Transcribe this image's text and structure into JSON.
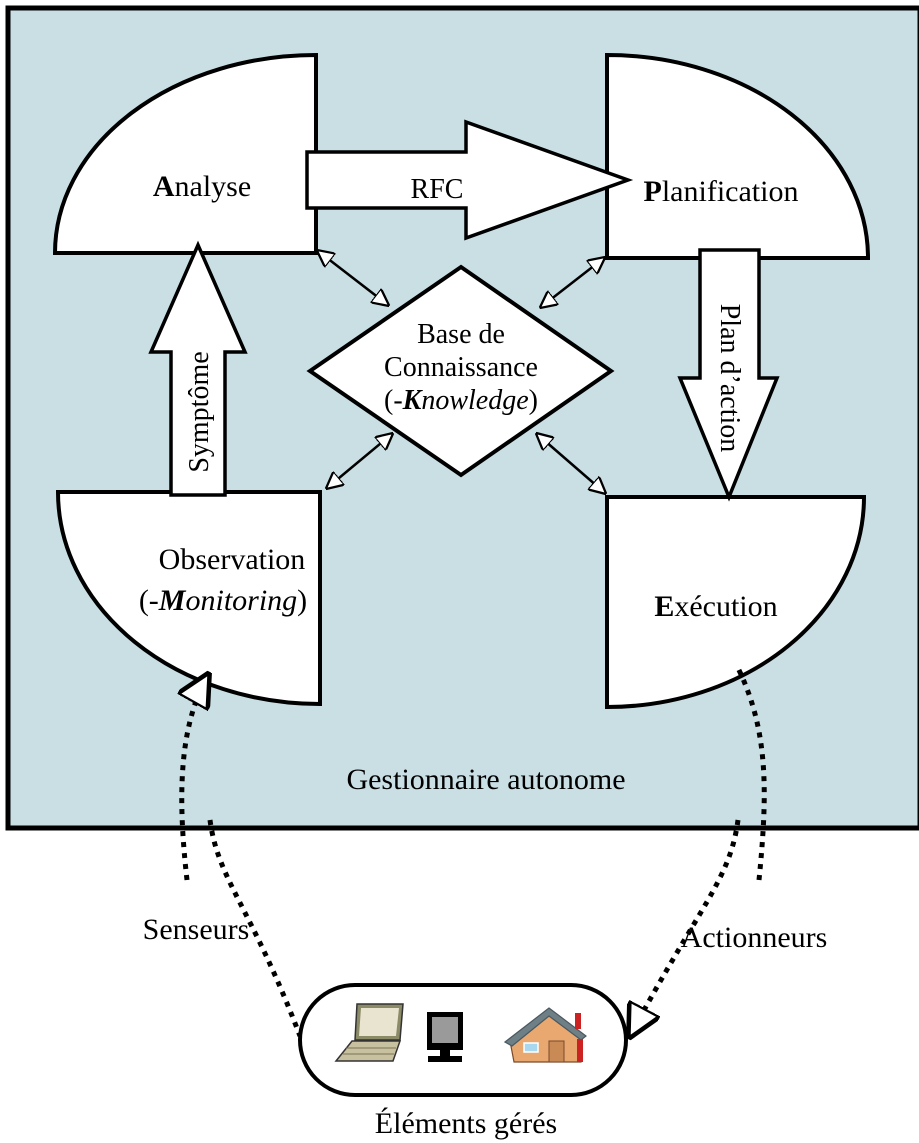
{
  "manager": {
    "label": "Gestionnaire autonome",
    "background_color": "#c9dfe4"
  },
  "phases": {
    "analyse": {
      "initial": "A",
      "rest": "nalyse"
    },
    "planification": {
      "initial": "P",
      "rest": "lanification"
    },
    "execution": {
      "initial": "E",
      "rest": "xécution"
    },
    "observation": {
      "line1": "Observation",
      "line2_open": "(-",
      "line2_initial": "M",
      "line2_rest": "onitoring",
      "line2_close": ")"
    }
  },
  "knowledge": {
    "line1": "Base de",
    "line2": "Connaissance",
    "line3_open": "(-",
    "line3_initial": "K",
    "line3_rest": "nowledge",
    "line3_close": ")"
  },
  "arrows": {
    "rfc": "RFC",
    "plan": "Plan d’action",
    "symptom": "Symptôme"
  },
  "io": {
    "sensors": "Senseurs",
    "actuators": "Actionneurs"
  },
  "managed": {
    "label": "Éléments gérés",
    "devices": [
      "laptop-icon",
      "monitor-icon",
      "house-icon"
    ]
  }
}
